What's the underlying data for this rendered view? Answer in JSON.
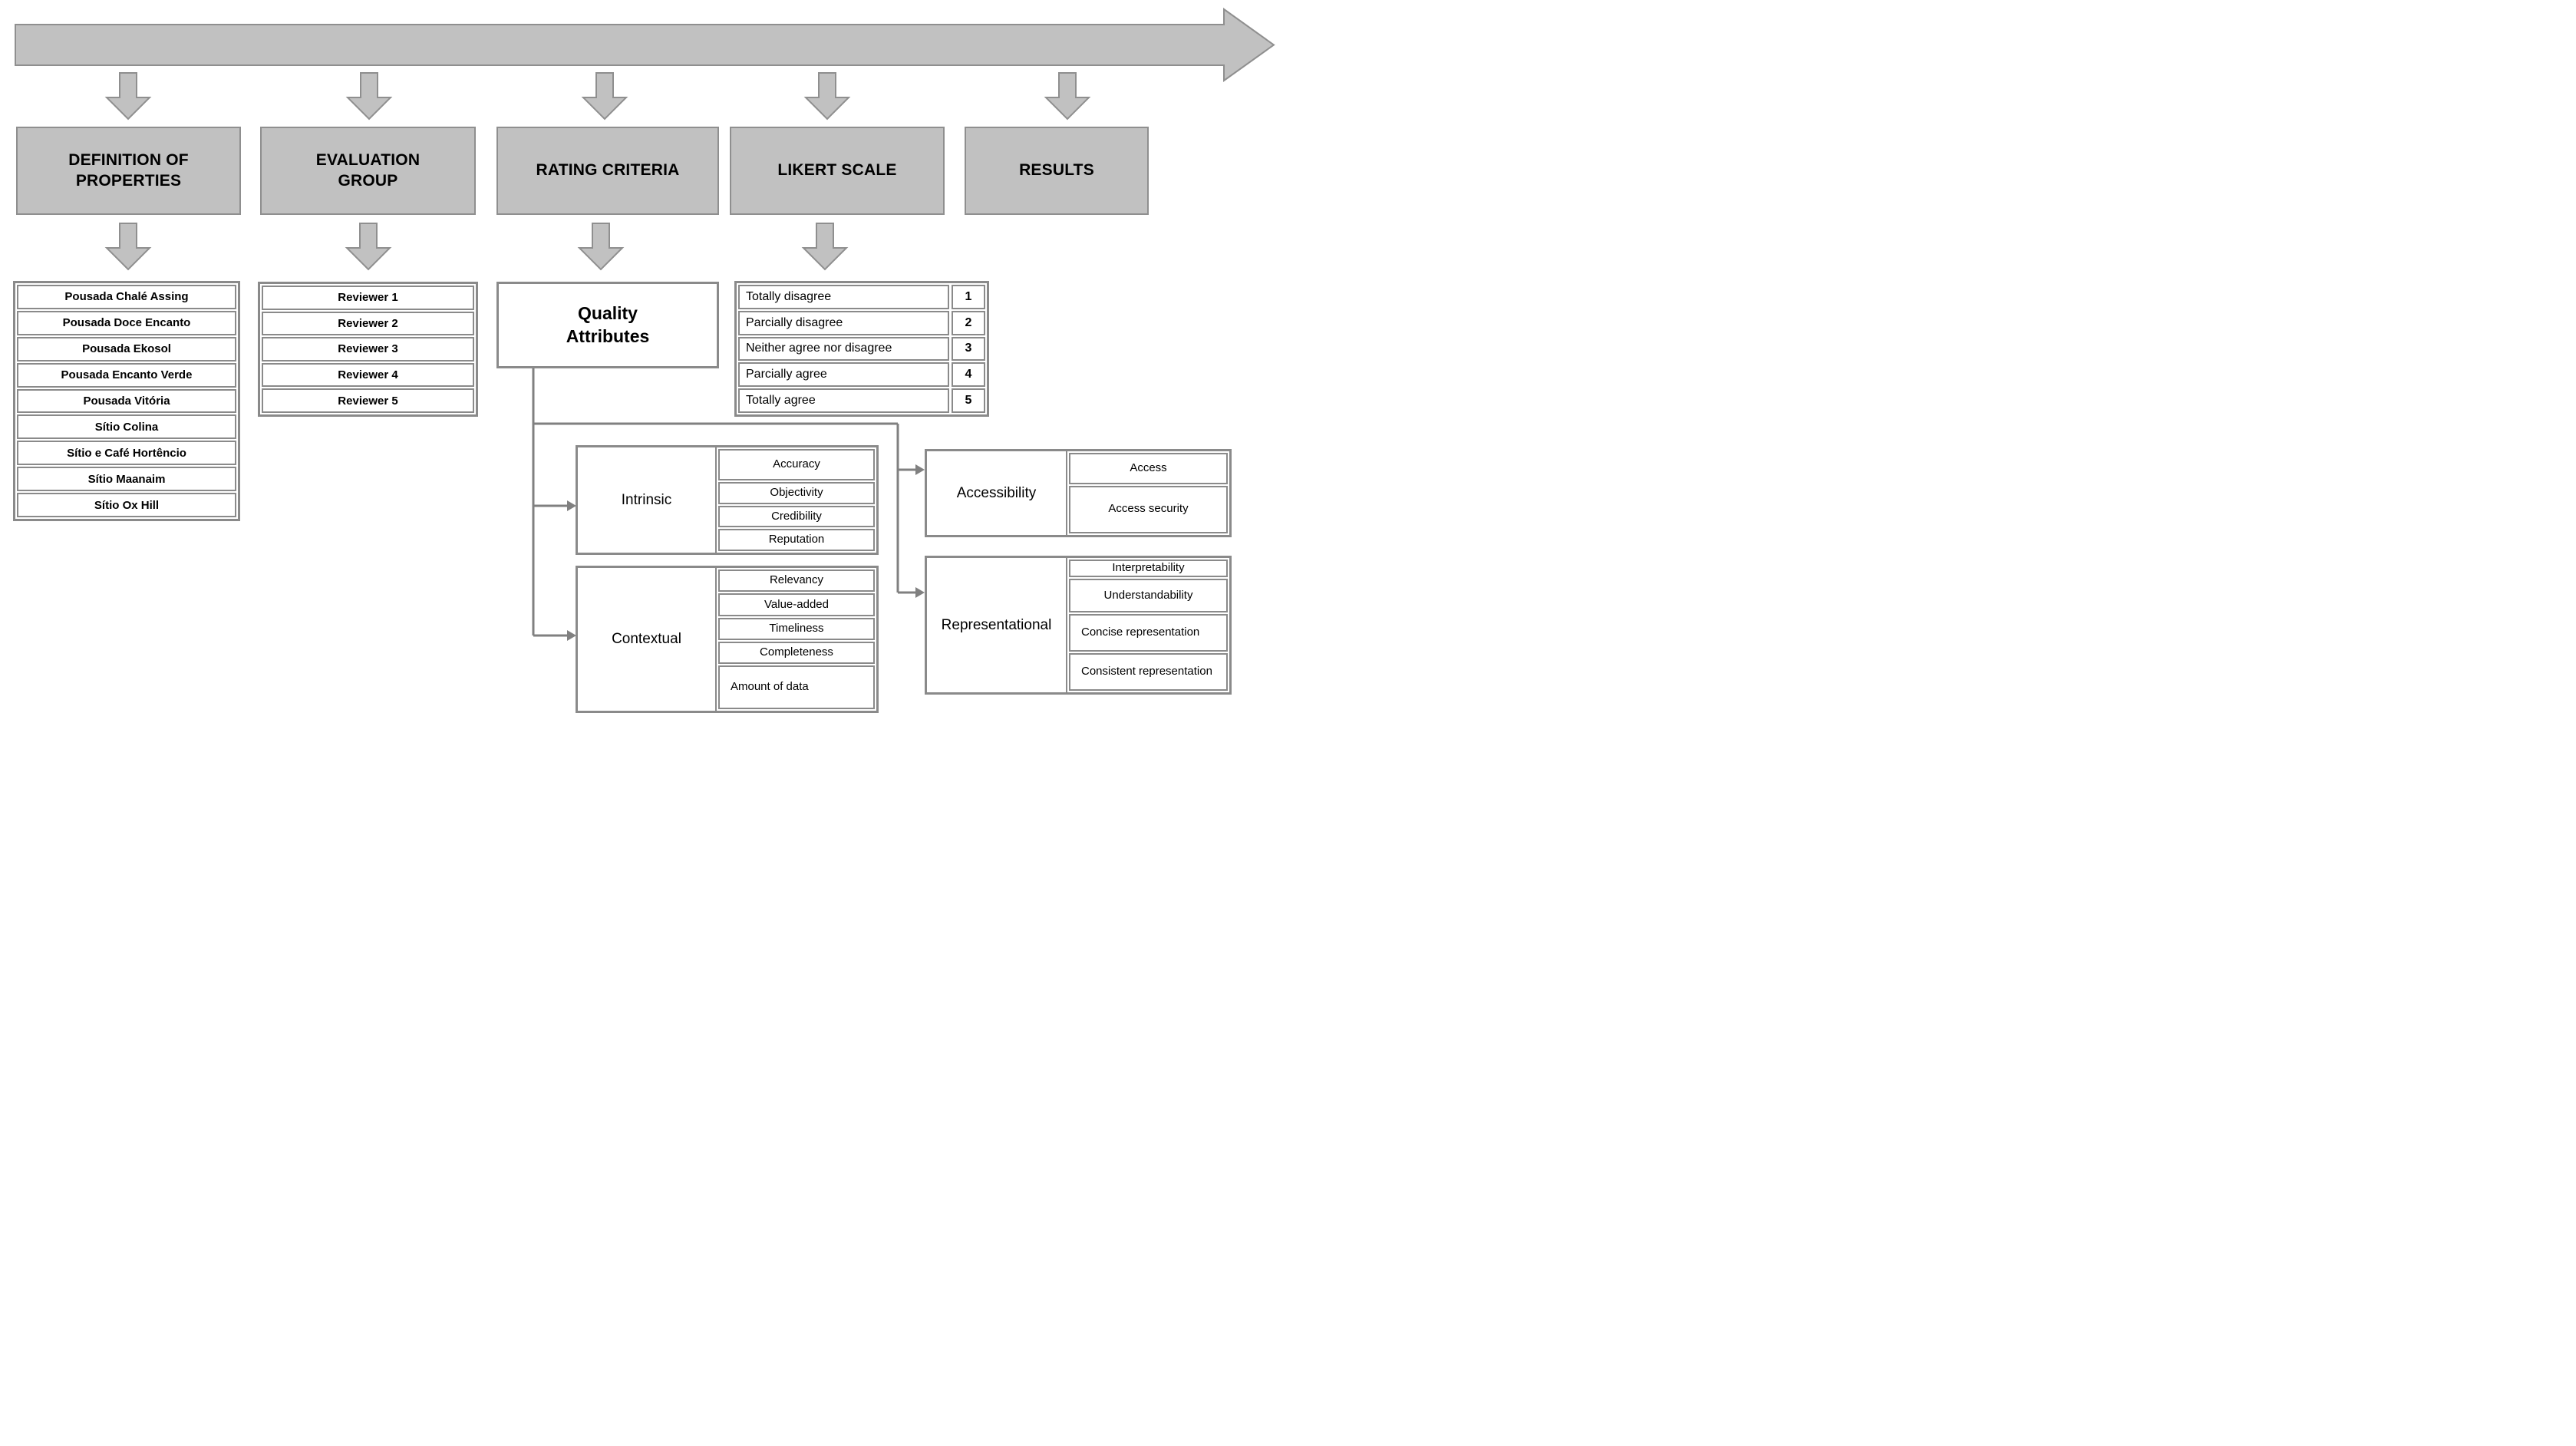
{
  "stages": [
    {
      "label": "DEFINITION OF PROPERTIES"
    },
    {
      "label": "EVALUATION GROUP"
    },
    {
      "label": "RATING CRITERIA"
    },
    {
      "label": "LIKERT SCALE"
    },
    {
      "label": "RESULTS"
    }
  ],
  "properties": {
    "items": [
      "Pousada Chalé Assing",
      "Pousada Doce Encanto",
      "Pousada Ekosol",
      "Pousada Encanto Verde",
      "Pousada Vitória",
      "Sítio Colina",
      "Sítio e Café Hortêncio",
      "Sítio Maanaim",
      "Sítio Ox Hill"
    ]
  },
  "evaluation_group": {
    "items": [
      "Reviewer 1",
      "Reviewer 2",
      "Reviewer 3",
      "Reviewer 4",
      "Reviewer 5"
    ]
  },
  "rating_criteria": {
    "title": "Quality Attributes"
  },
  "likert_scale": {
    "items": [
      {
        "label": "Totally disagree",
        "value": "1"
      },
      {
        "label": "Parcially disagree",
        "value": "2"
      },
      {
        "label": "Neither agree nor disagree",
        "value": "3"
      },
      {
        "label": "Parcially agree",
        "value": "4"
      },
      {
        "label": "Totally agree",
        "value": "5"
      }
    ]
  },
  "quality_categories": [
    {
      "name": "Intrinsic",
      "attributes": [
        "Accuracy",
        "Objectivity",
        "Credibility",
        "Reputation"
      ]
    },
    {
      "name": "Contextual",
      "attributes": [
        "Relevancy",
        "Value-added",
        "Timeliness",
        "Completeness",
        "Amount of data"
      ]
    },
    {
      "name": "Accessibility",
      "attributes": [
        "Access",
        "Access security"
      ]
    },
    {
      "name": "Representational",
      "attributes": [
        "Interpretability",
        "Understandability",
        "Concise representation",
        "Consistent representation"
      ]
    }
  ],
  "colors": {
    "shape_fill": "#c1c1c1",
    "shape_border": "#8f8f8f",
    "box_border": "#8a8a8a",
    "connector": "#808080",
    "text": "#000000"
  }
}
